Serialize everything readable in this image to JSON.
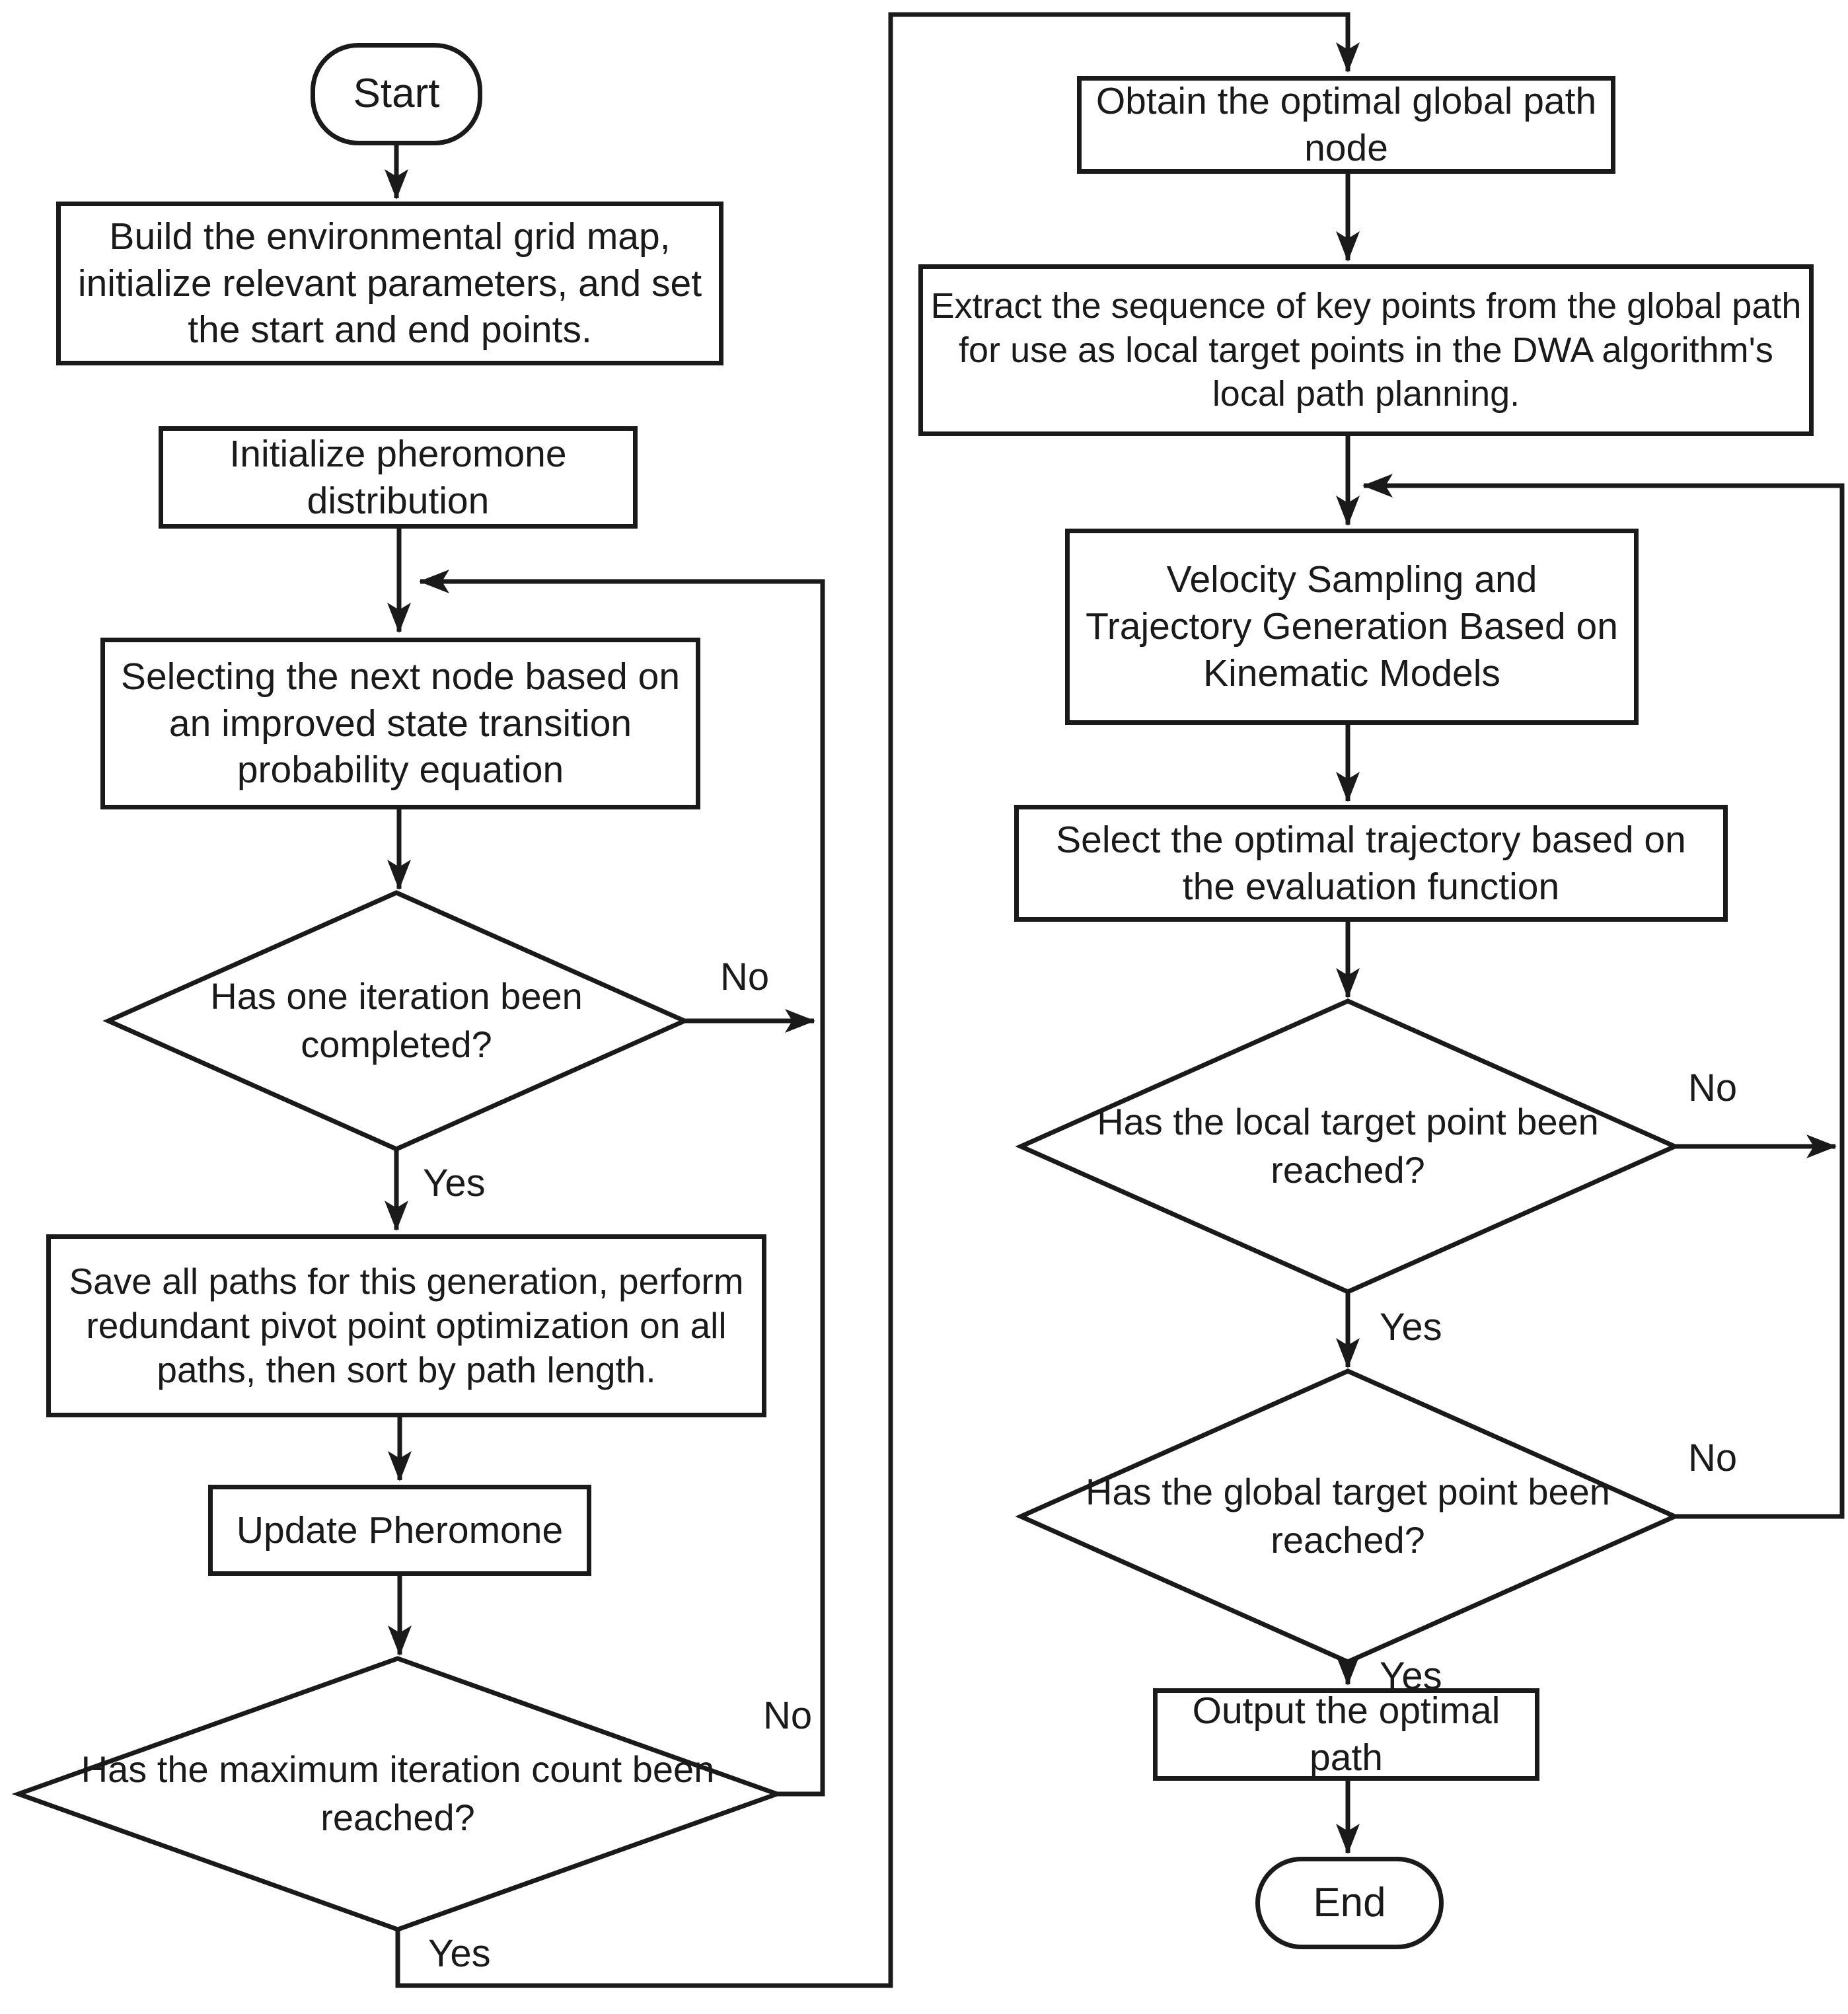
{
  "diagram": {
    "type": "flowchart",
    "colors": {
      "stroke": "#1a1a1a",
      "background": "#ffffff",
      "node_fill": "#ffffff"
    },
    "nodes": {
      "start": "Start",
      "build": "Build the environmental grid map, initialize relevant parameters, and set the start and end points.",
      "init_pheromone": "Initialize pheromone distribution",
      "select_next": "Selecting the next node based on an improved state transition probability equation",
      "iteration_done": "Has one iteration been completed?",
      "save_paths": "Save all paths for this generation, perform redundant pivot point optimization on all paths, then sort by path length.",
      "update_pheromone": "Update Pheromone",
      "max_iterations": "Has the maximum iteration count been reached?",
      "obtain_global": "Obtain the optimal global path node",
      "extract_keypoints": "Extract the sequence of key points from the global path for use as local target points in the DWA algorithm's local path planning.",
      "velocity_sampling": "Velocity Sampling and Trajectory Generation Based on Kinematic Models",
      "select_trajectory": "Select the optimal trajectory based on the evaluation function",
      "local_target": "Has the local target point been reached?",
      "global_target": "Has the global target point been reached?",
      "output_path": "Output the optimal path",
      "end": "End"
    },
    "edge_labels": {
      "iteration_no": "No",
      "iteration_yes": "Yes",
      "max_no": "No",
      "max_yes": "Yes",
      "local_no": "No",
      "local_yes": "Yes",
      "global_no": "No",
      "global_yes": "Yes"
    }
  }
}
